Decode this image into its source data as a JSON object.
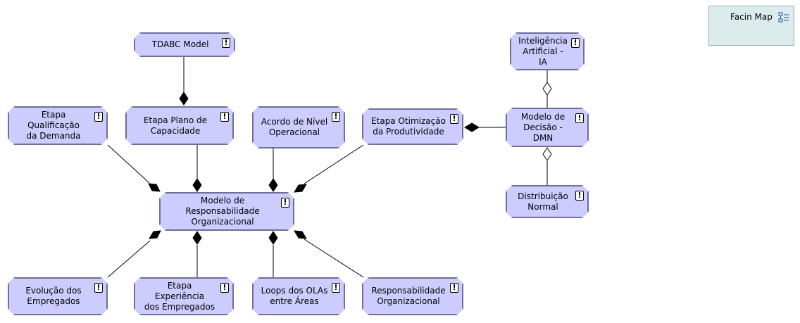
{
  "facin_map": {
    "title": "Facin Map",
    "icon": "map-icon"
  },
  "nodes": {
    "tdabc": {
      "label": "TDABC Model",
      "icon": "warning-icon"
    },
    "qualificacao": {
      "label": "Etapa Qualificação\nda Demanda",
      "icon": "warning-icon"
    },
    "plano": {
      "label": "Etapa Plano de\nCapacidade",
      "icon": "warning-icon"
    },
    "acordo": {
      "label": "Acordo de Nível\nOperacional",
      "icon": "warning-icon"
    },
    "otimizacao": {
      "label": "Etapa Otimização\nda Produtividade",
      "icon": "warning-icon"
    },
    "ia": {
      "label": "Inteligência\nArtificial -\nIA",
      "icon": "warning-icon"
    },
    "dmn": {
      "label": "Modelo de\nDecisão -\nDMN",
      "icon": "warning-icon"
    },
    "distribuicao": {
      "label": "Distribuição\nNormal",
      "icon": "warning-icon"
    },
    "modelo": {
      "label": "Modelo de\nResponsabilidade\nOrganizacional",
      "icon": "warning-icon"
    },
    "evolucao": {
      "label": "Evolução dos\nEmpregados",
      "icon": "warning-icon"
    },
    "experiencia": {
      "label": "Etapa Experiência\ndos Empregados",
      "icon": "warning-icon"
    },
    "loops": {
      "label": "Loops dos OLAs\nentre Áreas",
      "icon": "warning-icon"
    },
    "responsabilidade": {
      "label": "Responsabilidade\nOrganizacional",
      "icon": "warning-icon"
    }
  },
  "warning_glyph": "!",
  "connections": [
    {
      "from": "tdabc",
      "to": "plano",
      "type": "composition"
    },
    {
      "from": "qualificacao",
      "to": "modelo",
      "type": "composition"
    },
    {
      "from": "plano",
      "to": "modelo",
      "type": "composition"
    },
    {
      "from": "acordo",
      "to": "modelo",
      "type": "composition"
    },
    {
      "from": "otimizacao",
      "to": "modelo",
      "type": "composition"
    },
    {
      "from": "dmn",
      "to": "otimizacao",
      "type": "composition"
    },
    {
      "from": "dmn",
      "to": "ia",
      "type": "aggregation"
    },
    {
      "from": "distribuicao",
      "to": "dmn",
      "type": "aggregation"
    },
    {
      "from": "evolucao",
      "to": "modelo",
      "type": "composition"
    },
    {
      "from": "experiencia",
      "to": "modelo",
      "type": "composition"
    },
    {
      "from": "loops",
      "to": "modelo",
      "type": "composition"
    },
    {
      "from": "responsabilidade",
      "to": "modelo",
      "type": "composition"
    }
  ]
}
